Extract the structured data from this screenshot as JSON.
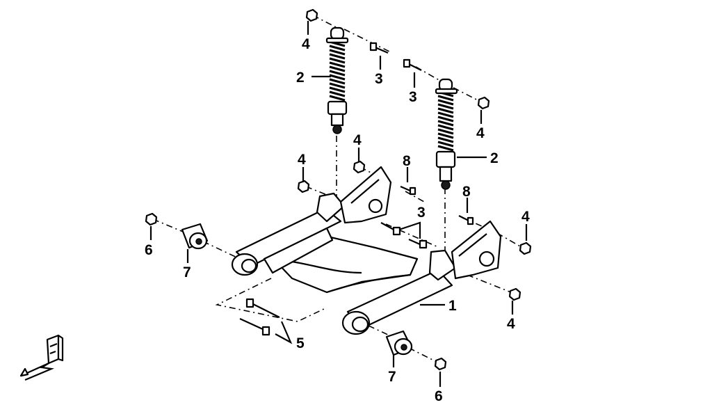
{
  "diagram": {
    "callouts": [
      {
        "id": "c4a",
        "text": "4"
      },
      {
        "id": "c3a",
        "text": "3"
      },
      {
        "id": "c2a",
        "text": "2"
      },
      {
        "id": "c3b",
        "text": "3"
      },
      {
        "id": "c4b",
        "text": "4"
      },
      {
        "id": "c4c",
        "text": "4"
      },
      {
        "id": "c8a",
        "text": "8"
      },
      {
        "id": "c2b",
        "text": "2"
      },
      {
        "id": "c4d",
        "text": "4"
      },
      {
        "id": "c8b",
        "text": "8"
      },
      {
        "id": "c4e",
        "text": "4"
      },
      {
        "id": "c3c",
        "text": "3"
      },
      {
        "id": "c6a",
        "text": "6"
      },
      {
        "id": "c7a",
        "text": "7"
      },
      {
        "id": "c1",
        "text": "1"
      },
      {
        "id": "c4f",
        "text": "4"
      },
      {
        "id": "c5",
        "text": "5"
      },
      {
        "id": "c7b",
        "text": "7"
      },
      {
        "id": "c6b",
        "text": "6"
      }
    ],
    "front_marker": "F"
  }
}
